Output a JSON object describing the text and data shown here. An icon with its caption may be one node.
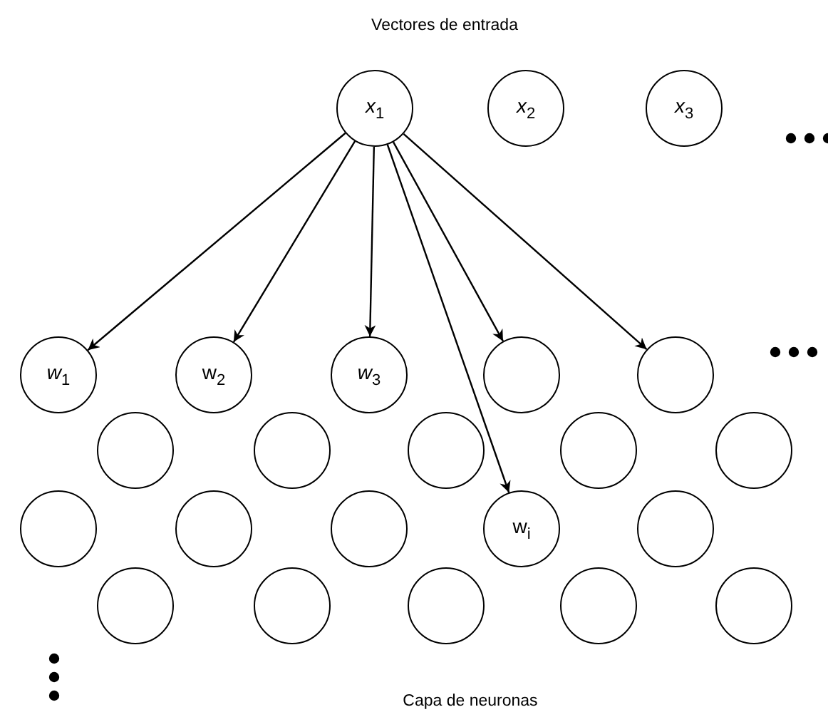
{
  "diagram": {
    "nodes": [
      {
        "text": [
          "*x*$_{1}$"
        ]
      },
      {
        "text": [
          "*x*$_{2}$"
        ]
      },
      {
        "text": [
          "*x*$_{3}$"
        ]
      },
      {
        "text": [
          "*w*$_{1}$"
        ]
      },
      {
        "text": [
          "w$_{2}$"
        ]
      },
      {
        "text": [
          "*w*$_{3}$"
        ]
      },
      {
        "text": [],
        "shape": "circle"
      },
      {
        "text": [],
        "shape": "circle"
      },
      {
        "text": [],
        "shape": "circle"
      },
      {
        "text": [],
        "shape": "circle"
      },
      {
        "text": [],
        "shape": "circle"
      },
      {
        "text": [],
        "shape": "circle"
      },
      {
        "text": [],
        "shape": "circle"
      },
      {
        "text": [],
        "shape": "circle"
      },
      {
        "text": [],
        "shape": "circle"
      },
      {
        "text": [],
        "shape": "circle"
      },
      {
        "text": [
          "w$_{i}$"
        ]
      },
      {
        "text": [],
        "shape": "circle"
      },
      {
        "text": [],
        "shape": "circle"
      },
      {
        "text": [],
        "shape": "circle"
      },
      {
        "text": [],
        "shape": "circle"
      },
      {
        "text": [],
        "shape": "circle"
      },
      {
        "text": [],
        "shape": "circle"
      }
    ],
    "edges": [
      {
        "from": 0,
        "to": 3,
        "arrow": "to"
      },
      {
        "from": 0,
        "to": 4,
        "arrow": "to"
      },
      {
        "from": 0,
        "to": 5,
        "arrow": "to"
      },
      {
        "from": 0,
        "to": 6,
        "arrow": "to"
      },
      {
        "from": 0,
        "to": 7,
        "arrow": "to"
      },
      {
        "from": 0,
        "to": 16,
        "arrow": "to"
      }
    ],
    "labels": [
      "Vectores de entrada",
      "Capa de neuronas"
    ]
  }
}
